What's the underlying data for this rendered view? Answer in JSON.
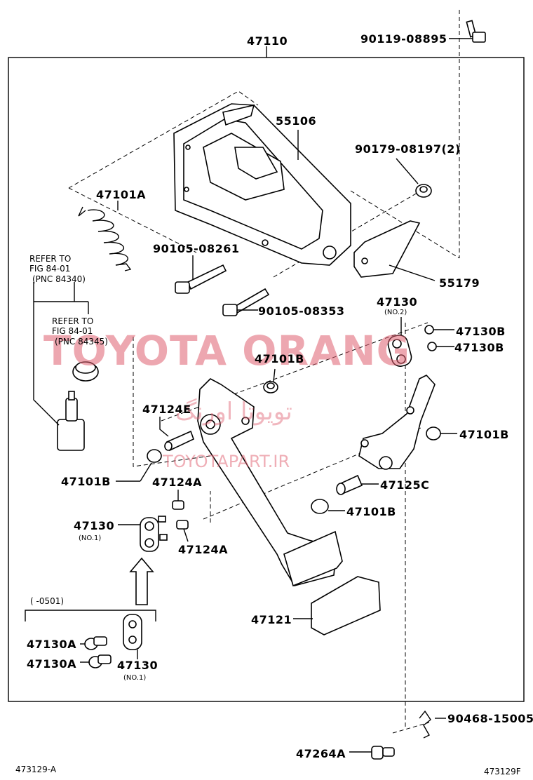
{
  "labels": {
    "assy": "47110",
    "bolt_top": "90119-08895",
    "bracket": "55106",
    "nut_2": "90179-08197(2)",
    "spring": "47101A",
    "bolt_a": "90105-08261",
    "bracket_plate": "55179",
    "bolt_b": "90105-08353",
    "refer1_line1": "REFER TO",
    "refer1_line2": "FIG 84-01",
    "refer1_line3": "(PNC 84340)",
    "refer2_line1": "REFER TO",
    "refer2_line2": "FIG 84-01",
    "refer2_line3": "(PNC 84345)",
    "link_no2": "47130",
    "link_no2_sub": "(NO.2)",
    "pin_b1": "47130B",
    "pin_b2": "47130B",
    "bush_b_top": "47101B",
    "collar_e": "47124E",
    "bush_b_right": "47101B",
    "bush_b_left": "47101B",
    "collar_a1": "47124A",
    "collar_c": "47125C",
    "bush_b_mid": "47101B",
    "link_no1": "47130",
    "link_no1_sub": "(NO.1)",
    "collar_a2": "47124A",
    "date_range": "(    -0501)",
    "pad": "47121",
    "pin_a1": "47130A",
    "pin_a2": "47130A",
    "link_no1_b": "47130",
    "link_no1_b_sub": "(NO.1)",
    "clip": "90468-15005",
    "pin_bottom": "47264A",
    "fig_left": "473129-A",
    "fig_right": "473129F"
  },
  "watermark": {
    "brand": "TOYOTA ORANG",
    "farsi": "تویوتا اورنگ",
    "url": "TOYOTAPART.IR"
  },
  "colors": {
    "line": "#000000",
    "watermark": "#e06070",
    "background": "#ffffff"
  }
}
